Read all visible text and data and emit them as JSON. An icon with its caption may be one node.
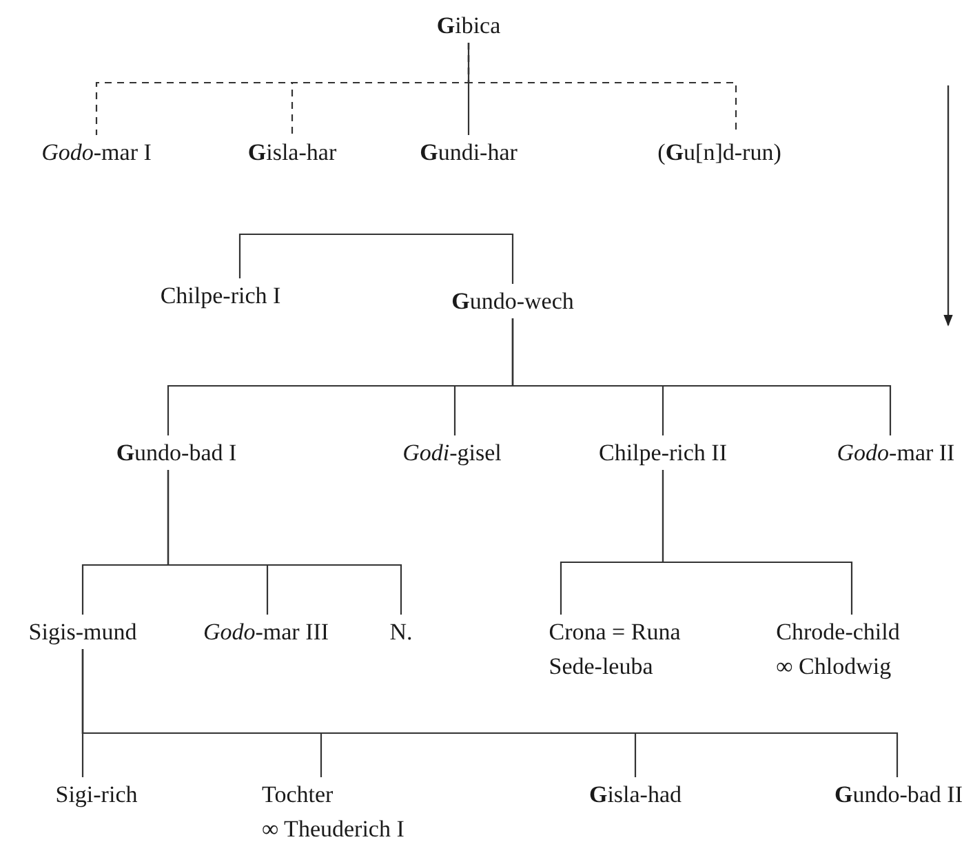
{
  "diagram": {
    "nodes": [
      {
        "text": [
          "**G**ibica"
        ]
      },
      {
        "text": [
          "*Godo*-mar I"
        ]
      },
      {
        "text": [
          "**G**isla-har"
        ]
      },
      {
        "text": [
          "**G**undi-har"
        ]
      },
      {
        "text": [
          "(**G**u[n]d-run)"
        ]
      },
      {
        "text": [
          "Chilpe-rich I"
        ]
      },
      {
        "text": [
          "**G**undo-wech"
        ]
      },
      {
        "text": [
          "**G**undo-bad I"
        ]
      },
      {
        "text": [
          "*Godi*-gisel"
        ]
      },
      {
        "text": [
          "Chilpe-rich II"
        ]
      },
      {
        "text": [
          "*Godo*-mar II"
        ]
      },
      {
        "text": [
          "Sigis-mund"
        ]
      },
      {
        "text": [
          "*Godo*-mar III"
        ]
      },
      {
        "text": [
          "N."
        ]
      },
      {
        "text": [
          "Crona = Runa",
          "Sede-leuba"
        ]
      },
      {
        "text": [
          "Chrode-child",
          "∞ Chlodwig"
        ]
      },
      {
        "text": [
          "Sigi-rich"
        ]
      },
      {
        "text": [
          "Tochter",
          "∞ Theuderich I"
        ]
      },
      {
        "text": [
          "**G**isla-had"
        ]
      },
      {
        "text": [
          "**G**undo-bad II"
        ]
      }
    ],
    "edges": [
      {
        "from": 0,
        "to": 1,
        "arrow": "none",
        "style": "dashed"
      },
      {
        "from": 0,
        "to": 2,
        "arrow": "none",
        "style": "dashed"
      },
      {
        "from": 0,
        "to": 3,
        "arrow": "none"
      },
      {
        "from": 0,
        "to": 4,
        "arrow": "none",
        "style": "dashed"
      },
      {
        "from": 5,
        "to": 6,
        "arrow": "none"
      },
      {
        "from": 6,
        "to": 7,
        "arrow": "none"
      },
      {
        "from": 6,
        "to": 8,
        "arrow": "none"
      },
      {
        "from": 6,
        "to": 9,
        "arrow": "none"
      },
      {
        "from": 6,
        "to": 10,
        "arrow": "none"
      },
      {
        "from": 7,
        "to": 11,
        "arrow": "none"
      },
      {
        "from": 7,
        "to": 12,
        "arrow": "none"
      },
      {
        "from": 7,
        "to": 13,
        "arrow": "none"
      },
      {
        "from": 9,
        "to": 14,
        "arrow": "none"
      },
      {
        "from": 9,
        "to": 15,
        "arrow": "none"
      },
      {
        "from": 11,
        "to": 16,
        "arrow": "none"
      },
      {
        "from": 11,
        "to": 17,
        "arrow": "none"
      },
      {
        "from": 11,
        "to": 18,
        "arrow": "none"
      },
      {
        "from": 11,
        "to": 19,
        "arrow": "none"
      }
    ]
  }
}
